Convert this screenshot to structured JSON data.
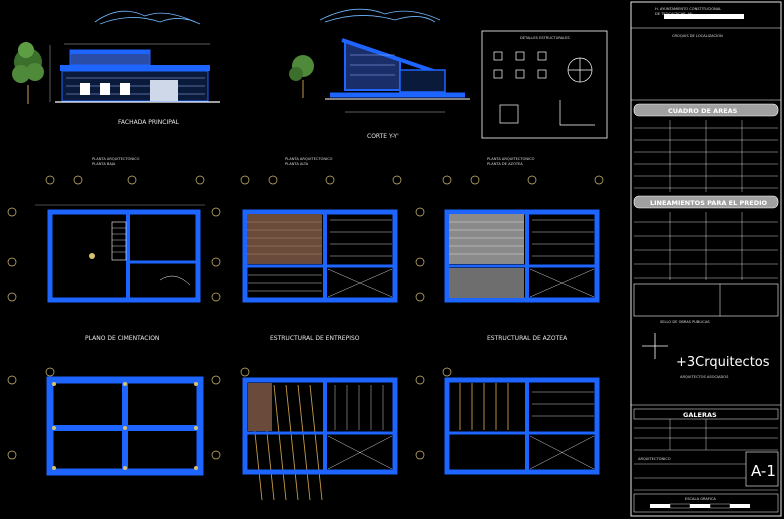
{
  "drawings": {
    "facade_title": "FACHADA PRINCIPAL",
    "section_title": "CORTE Y-Y'",
    "plan_ground_title": "PLANTA ARQUITECTONICO\nPLANTA BAJA",
    "plan_upper_title": "PLANTA ARQUITECTONICO\nPLANTA ALTA",
    "plan_roof_title": "PLANTA ARQUITECTONICO\nPLANTA DE AZOTEA",
    "foundation_title": "PLANO DE CIMENTACION",
    "mezzanine_title": "ESTRUCTURAL DE ENTREPISO",
    "roof_struct_title": "ESTRUCTURAL DE AZOTEA",
    "details_title": "DETALLES ESTRUCTURALES"
  },
  "title_block": {
    "header": "H. AYUNTAMIENTO CONSTITUCIONAL\nDE TEOCALTICHE, JAL.",
    "location_sketch": "CROQUIS DE LOCALIZACION",
    "areas_title": "CUADRO DE AREAS",
    "guidelines_title": "LINEAMIENTOS PARA EL PREDIO",
    "seal_label": "SELLO DE OBRAS PUBLICAS",
    "logo_text": "+3Crquitectos",
    "firm_line": "ARQUITECTOS ASOCIADOS",
    "project_name": "GALERAS",
    "drawing_type": "ARQUITECTONICO",
    "sheet_code": "A-1",
    "scale_label": "ESCALA GRAFICA"
  },
  "colors": {
    "background": "#000000",
    "wall": "#1e64ff",
    "line": "#ffffff",
    "wood": "#c89a4a",
    "tree": "#4f8a3a"
  }
}
